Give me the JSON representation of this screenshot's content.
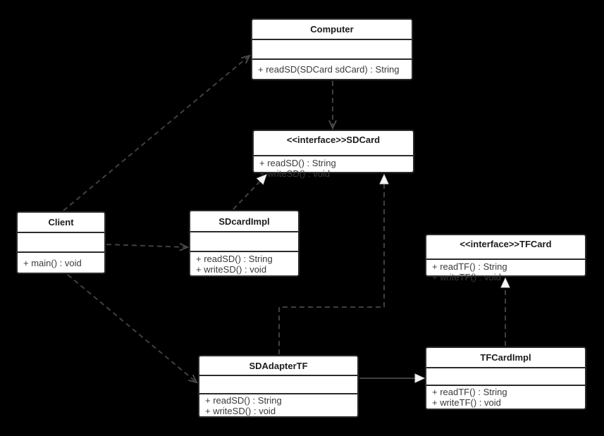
{
  "colors": {
    "background": "#000000",
    "box_fill": "#ffffff",
    "box_border": "#2b2b2b",
    "line": "#404040",
    "dependency_arrow": "#4a4a4a",
    "triangle_arrow_fill": "#f5f5f5"
  },
  "classes": {
    "computer": {
      "title": "Computer",
      "methods": [
        "+ readSD(SDCard sdCard) : String"
      ]
    },
    "sdcard": {
      "title": "<<interface>>SDCard",
      "methods": [
        "+ readSD() : String",
        "+ writeSD() : void"
      ]
    },
    "client": {
      "title": "Client",
      "methods": [
        "+ main() : void"
      ]
    },
    "sdcardimpl": {
      "title": "SDcardImpl",
      "methods": [
        "+ readSD() : String",
        "+ writeSD() : void"
      ]
    },
    "tfcard": {
      "title": "<<interface>>TFCard",
      "methods": [
        "+ readTF() : String",
        "+ writeTF() : void"
      ]
    },
    "sdadaptertf": {
      "title": "SDAdapterTF",
      "methods": [
        "+ readSD() : String",
        "+ writeSD() : void"
      ]
    },
    "tfcardimpl": {
      "title": "TFCardImpl",
      "methods": [
        "+ readTF() : String",
        "+ writeTF() : void"
      ]
    }
  },
  "relations": [
    {
      "from": "Client",
      "to": "Computer",
      "type": "dependency",
      "line": "dashed",
      "arrowhead": "open-vee"
    },
    {
      "from": "Client",
      "to": "SDcardImpl",
      "type": "dependency",
      "line": "dashed",
      "arrowhead": "open-vee"
    },
    {
      "from": "Client",
      "to": "SDAdapterTF",
      "type": "dependency",
      "line": "dashed",
      "arrowhead": "open-vee"
    },
    {
      "from": "Computer",
      "to": "SDCard",
      "type": "dependency",
      "line": "dashed",
      "arrowhead": "open-vee"
    },
    {
      "from": "SDcardImpl",
      "to": "SDCard",
      "type": "realization",
      "line": "dashed",
      "arrowhead": "hollow-triangle"
    },
    {
      "from": "SDAdapterTF",
      "to": "SDCard",
      "type": "realization",
      "line": "dashed",
      "arrowhead": "hollow-triangle"
    },
    {
      "from": "SDAdapterTF",
      "to": "TFCardImpl",
      "type": "generalization",
      "line": "solid",
      "arrowhead": "hollow-triangle"
    },
    {
      "from": "TFCardImpl",
      "to": "TFCard",
      "type": "realization",
      "line": "dashed",
      "arrowhead": "hollow-triangle"
    }
  ]
}
